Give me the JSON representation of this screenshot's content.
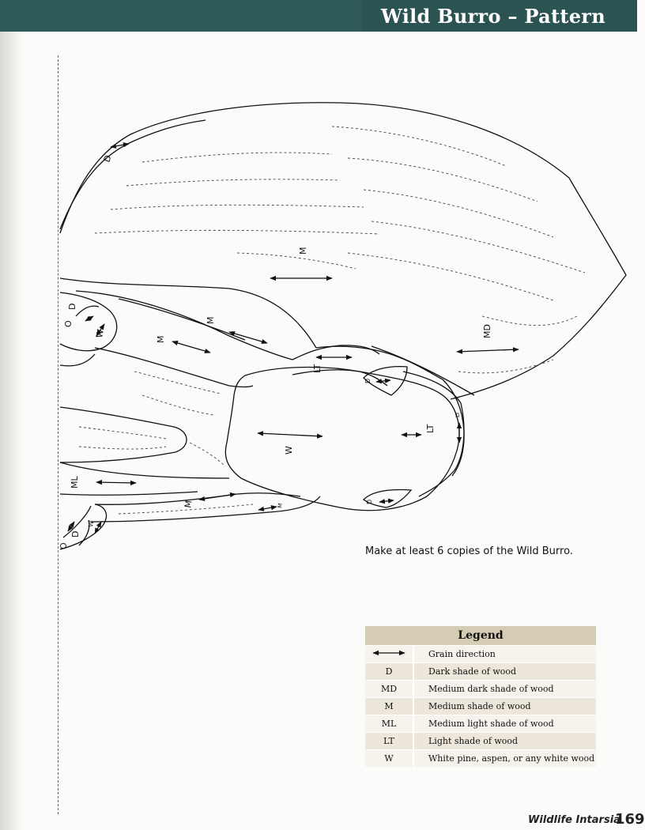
{
  "header": {
    "title": "Wild Burro – Pattern"
  },
  "pattern": {
    "labels": {
      "body_top": "M",
      "back_edge": "D",
      "hind_leg_md": "MD",
      "upper_leg_m1": "M",
      "upper_leg_m2": "M",
      "hoof_top_d": "D",
      "hoof_top_o": "O",
      "hoof_top_w": "W",
      "neck_lt": "LT",
      "head_w": "W",
      "muzzle_lt": "LT",
      "muzzle_lt_small": "LT",
      "eye_top_d": "D",
      "eye_bottom_d": "D",
      "lower_leg_ml": "ML",
      "lower_leg_m": "M",
      "lower_leg_m_small": "M",
      "hoof_bottom_o": "O",
      "hoof_bottom_d": "D",
      "hoof_bottom_w": "W"
    }
  },
  "note": "Make at least 6 copies of the Wild Burro.",
  "legend": {
    "title": "Legend",
    "rows": [
      {
        "key": "",
        "desc": "Grain direction"
      },
      {
        "key": "D",
        "desc": "Dark shade of wood"
      },
      {
        "key": "MD",
        "desc": "Medium dark shade of wood"
      },
      {
        "key": "M",
        "desc": "Medium shade of wood"
      },
      {
        "key": "ML",
        "desc": "Medium light shade of wood"
      },
      {
        "key": "LT",
        "desc": "Light shade of wood"
      },
      {
        "key": "W",
        "desc": "White pine, aspen, or any white wood"
      }
    ]
  },
  "footer": {
    "book": "Wildlife Intarsia",
    "page": "169"
  }
}
